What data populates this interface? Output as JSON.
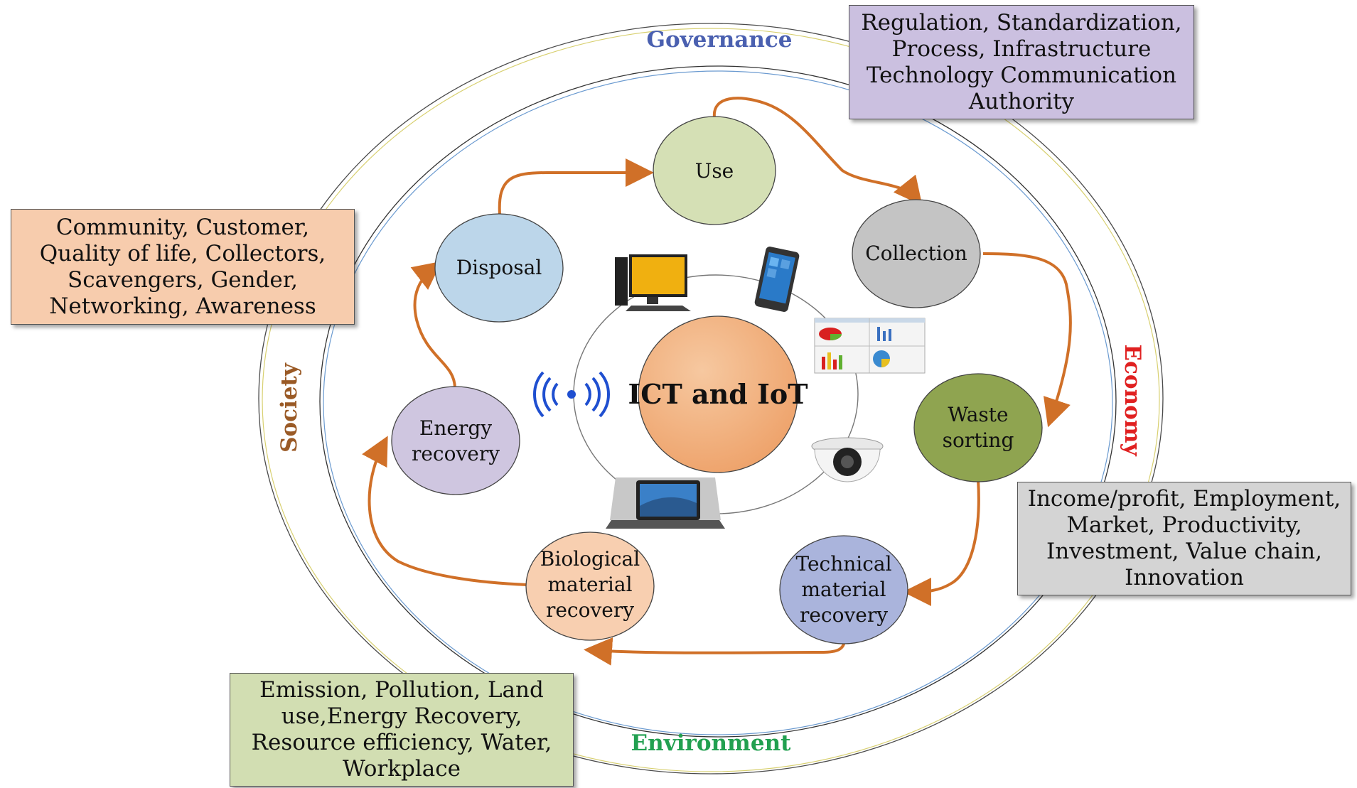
{
  "rings": {
    "governance": {
      "label": "Governance",
      "color": "#4a60b0"
    },
    "society": {
      "label": "Society",
      "color": "#9a5a26"
    },
    "economy": {
      "label": "Economy",
      "color": "#e02020"
    },
    "environment": {
      "label": "Environment",
      "color": "#22a050"
    }
  },
  "center": {
    "label": "ICT and IoT",
    "color": "#f0b080"
  },
  "nodes": {
    "use": {
      "lines": [
        "Use"
      ],
      "color": "#d5e0b5"
    },
    "collection": {
      "lines": [
        "Collection"
      ],
      "color": "#c4c4c4"
    },
    "waste_sorting": {
      "lines": [
        "Waste",
        "sorting"
      ],
      "color": "#8fa450"
    },
    "technical_recovery": {
      "lines": [
        "Technical",
        "material",
        "recovery"
      ],
      "color": "#aab4dc"
    },
    "biological_recovery": {
      "lines": [
        "Biological",
        "material",
        "recovery"
      ],
      "color": "#f8cfb0"
    },
    "energy_recovery": {
      "lines": [
        "Energy",
        "recovery"
      ],
      "color": "#cfc6e0"
    },
    "disposal": {
      "lines": [
        "Disposal"
      ],
      "color": "#bcd6ea"
    }
  },
  "boxes": {
    "governance": {
      "lines": [
        "Regulation, Standardization,",
        "Process, Infrastructure",
        "Technology Communication",
        "Authority"
      ],
      "color": "#cbc0e0"
    },
    "society": {
      "lines": [
        "Community, Customer,",
        "Quality of life, Collectors,",
        "Scavengers, Gender,",
        "Networking, Awareness"
      ],
      "color": "#f7ccad"
    },
    "economy": {
      "lines": [
        "Income/profit, Employment,",
        "Market, Productivity,",
        "Investment, Value chain,",
        "Innovation"
      ],
      "color": "#d4d4d4"
    },
    "environment": {
      "lines": [
        "Emission, Pollution, Land",
        "use,Energy Recovery,",
        "Resource  efficiency, Water,",
        "Workplace"
      ],
      "color": "#d2deb2"
    }
  },
  "device_icons": [
    "desktop-computer-icon",
    "smartphone-icon",
    "dashboard-charts-icon",
    "security-camera-icon",
    "tablet-keyboard-icon",
    "wireless-signal-icon"
  ],
  "arrow_color": "#d07028"
}
